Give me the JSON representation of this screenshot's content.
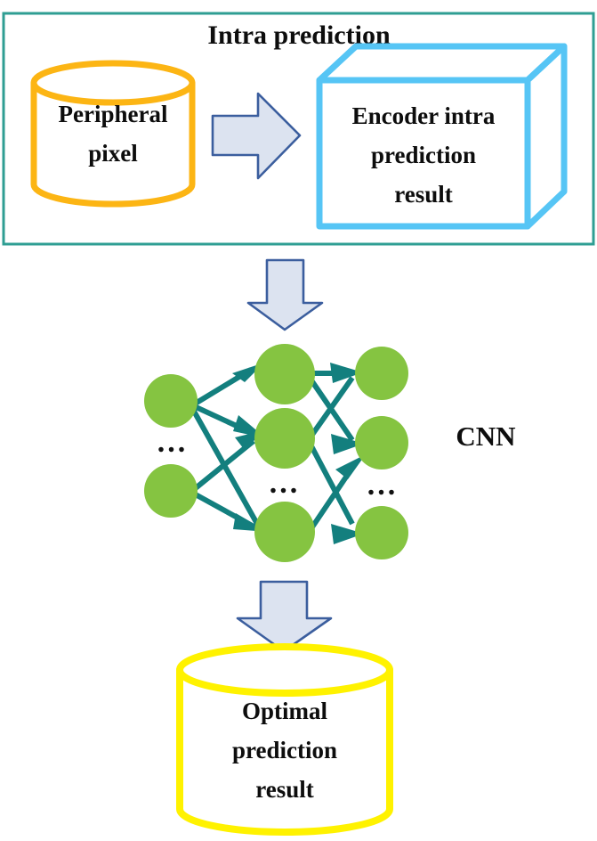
{
  "figure": {
    "type": "flow-diagram",
    "title": "Intra prediction",
    "background_color": "#ffffff"
  },
  "colors": {
    "section_border": "#2f9e93",
    "cylinder_top_stroke": "#FCB514",
    "cylinder_bottom_stroke": "#FFF200",
    "cube_stroke": "#56C5F5",
    "arrow_fill": "#DCE3F0",
    "arrow_stroke": "#3B5E9E",
    "node_fill": "#85C441",
    "edge_stroke": "#137F7E",
    "text": "#0d0d0d"
  },
  "section": {
    "name": "intra-prediction-group",
    "title": "Intra prediction",
    "input": {
      "shape": "cylinder",
      "label_line1": "Peripheral",
      "label_line2": "pixel"
    },
    "flow_arrow": {
      "direction": "right",
      "name": "arrow-peripheral-to-encoder"
    },
    "output": {
      "shape": "cube",
      "label_line1": "Encoder intra",
      "label_line2": "prediction",
      "label_line3": "result"
    }
  },
  "arrows": {
    "to_cnn": {
      "direction": "down",
      "name": "arrow-intra-to-cnn"
    },
    "to_output": {
      "direction": "down",
      "name": "arrow-cnn-to-output"
    }
  },
  "cnn": {
    "label": "CNN",
    "ellipsis": "...",
    "layers": [
      {
        "name": "input-layer",
        "visible_nodes": 2,
        "ellipsis": "..."
      },
      {
        "name": "hidden-layer",
        "visible_nodes": 3,
        "ellipsis": "..."
      },
      {
        "name": "output-layer",
        "visible_nodes": 3,
        "ellipsis": "..."
      }
    ]
  },
  "result": {
    "shape": "cylinder",
    "label_line1": "Optimal",
    "label_line2": "prediction",
    "label_line3": "result"
  }
}
